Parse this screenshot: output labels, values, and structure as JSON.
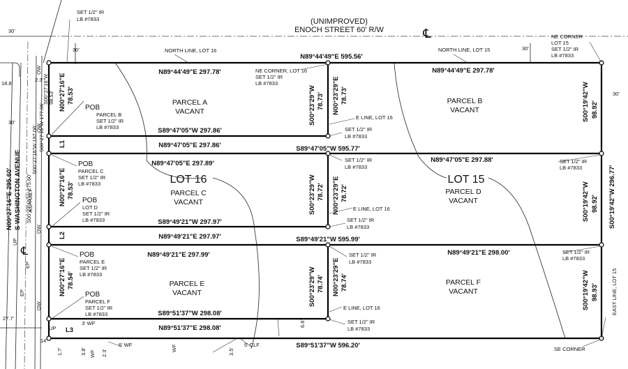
{
  "street": {
    "unimproved": "(UNIMPROVED)",
    "enoch": "ENOCH STREET 60' R/W",
    "centerline": "℄",
    "washington": "S WASHINGTON AVENUE",
    "asphalt": "ASPHALT"
  },
  "dims": {
    "d30_left": "30'",
    "d30_top": "30'",
    "d30_right": "30'",
    "d30_right2": "30'",
    "d30_mid": "30'",
    "d188": "18.8'",
    "d233": "2.3'",
    "d277": "27.7'",
    "d14": "14'",
    "d38": "3.8'",
    "d23": "2.3'",
    "d35": "3.5'",
    "d66": "6.6'",
    "d17": "1.7'"
  },
  "walls": {
    "wf3": "3' WF",
    "wf6": "6' WF",
    "clf5": "5' CLF",
    "wf_a": "WF",
    "wf_b": "WF"
  },
  "markers": {
    "ow1": "OW",
    "ow2": "OW",
    "ow3": "OW",
    "ow4": "OW",
    "ep1": "EP",
    "ep2": "EP",
    "up1": "UP",
    "up2": "UP",
    "cl_road": "℄"
  },
  "lots": {
    "lot16": "LOT 16",
    "lot15": "LOT 15"
  },
  "lines": {
    "l1": "L1",
    "l2": "L2",
    "l3": "L3"
  },
  "parcels": {
    "a": {
      "name": "PARCEL A",
      "status": "VACANT"
    },
    "b": {
      "name": "PARCEL B",
      "status": "VACANT"
    },
    "c": {
      "name": "PARCEL C",
      "status": "VACANT"
    },
    "d": {
      "name": "PARCEL D",
      "status": "VACANT"
    },
    "e": {
      "name": "PARCEL E",
      "status": "VACANT"
    },
    "f": {
      "name": "PARCEL F",
      "status": "VACANT"
    }
  },
  "bearings": {
    "north_total": "N89°44'49\"E 595.56'",
    "north_a": "N89°44'49\"E 297.78'",
    "north_b": "N89°44'49\"E 297.78'",
    "a_south": "S89°47'05\"W 297.86'",
    "l1": "N89°47'05\"E 297.86'",
    "l1_total": "S89°47'05\"W 595.77'",
    "c_north": "N89°47'05\"E 297.89'",
    "d_north": "N89°47'05\"E 297.88'",
    "c_south": "S89°49'21\"W 297.97'",
    "l2": "N89°49'21\"E 297.97'",
    "l2_total": "S89°49'21\"W 595.99'",
    "e_north": "N89°49'21\"E 297.99'",
    "f_north": "N89°49'21\"E 298.00'",
    "e_south": "S89°51'37\"W 298.08'",
    "l3": "N89°51'37\"E 298.08'",
    "south_total": "S89°51'37\"W 596.20'",
    "west_a": "N00°27'16\"E",
    "west_a_len": "78.53'",
    "west_c": "N00°27'16\"E",
    "west_c_len": "78.53'",
    "west_e": "N00°27'16\"E",
    "west_e_len": "78.54'",
    "mid_a": "S00°23'29\"W",
    "mid_a_len": "78.73'",
    "mid_b": "N00°23'29\"E",
    "mid_b_len": "78.73'",
    "mid_c": "S00°23'29\"W",
    "mid_c_len": "78.72'",
    "mid_d": "N00°23'29\"E",
    "mid_d_len": "78.72'",
    "mid_e": "S00°23'29\"W",
    "mid_e_len": "78.74'",
    "mid_f": "N00°23'29\"E",
    "mid_f_len": "78.74'",
    "east_b": "S00°19'42\"W",
    "east_b_len": "98.92'",
    "east_d": "S00°19'42\"W",
    "east_d_len": "98.92'",
    "east_f": "S00°19'42\"W",
    "east_f_len": "98.93'",
    "east_total": "S00°19'42\"W 296.77'",
    "west_total": "N00°27'16\"E 295.60'",
    "rw_a": "S00°27'16\"W",
    "rw_a_len": "98.53'",
    "rw_b": "S00°27'16\"W 177.06'",
    "rw_c": "S00°27'16\"W 197.06'",
    "rw_d": "S00°27'16\"W 275.60'"
  },
  "notes": {
    "ir_top_1": "SET 1/2\" IR",
    "ir_top_2": "LB #7833",
    "north_line_16": "NORTH LINE, LOT 16",
    "north_line_15": "NORTH LINE, LOT 15",
    "ne_corner_16_1": "NE CORNER, LOT 16",
    "ne_corner_16_2": "SET 1/2\" IR",
    "ne_corner_16_3": "LB #7833",
    "ne_corner_15_1": "NE CORNER",
    "ne_corner_15_2": "LOT 15",
    "ne_corner_15_3": "SET 1/2\" IR",
    "ne_corner_15_4": "LB #7833",
    "e_line_16_a": "E LINE, LOT 16",
    "e_line_16_b": "E LINE, LOT 16",
    "e_line_16_c": "E LINE, LOT 16",
    "ir_a1": "SET 1/2\" IR",
    "ir_a2": "LB #7833",
    "ir_c1": "SET 1/2\" IR",
    "ir_c2": "LB #7833",
    "ir_c3": "SET 1/2\" IR",
    "ir_c4": "LB #7833",
    "ir_e1": "SET 1/2\" IR",
    "ir_e2": "LB #7833",
    "ir_e3": "SET 1/2\" IR",
    "ir_e4": "LB #7833",
    "ir_r1": "SET 1/2\" IR",
    "ir_r2": "LB #7833",
    "ir_r3": "SET 1/2\" IR",
    "ir_r4": "LB #7833",
    "east_line_15": "EAST LINE, LOT 15",
    "se_corner": "SE CORNER"
  },
  "pob": {
    "b": {
      "title": "POB",
      "l1": "PARCEL B",
      "l2": "SET 1/2\" IR",
      "l3": "LB #7833"
    },
    "c": {
      "title": "POB",
      "l1": "PARCEL C",
      "l2": "SET 1/2\" IR",
      "l3": "LB #7833"
    },
    "d": {
      "title": "POB",
      "l1": "LOT D",
      "l2": "SET 1/2\" IR",
      "l3": "LB #7833"
    },
    "e": {
      "title": "POB",
      "l1": "PARCEL E",
      "l2": "SET 1/2\" IR",
      "l3": "LB #7833"
    },
    "f": {
      "title": "POB",
      "l1": "PARCEL F",
      "l2": "SET 1/2\" IR",
      "l3": "LB #7833"
    }
  }
}
